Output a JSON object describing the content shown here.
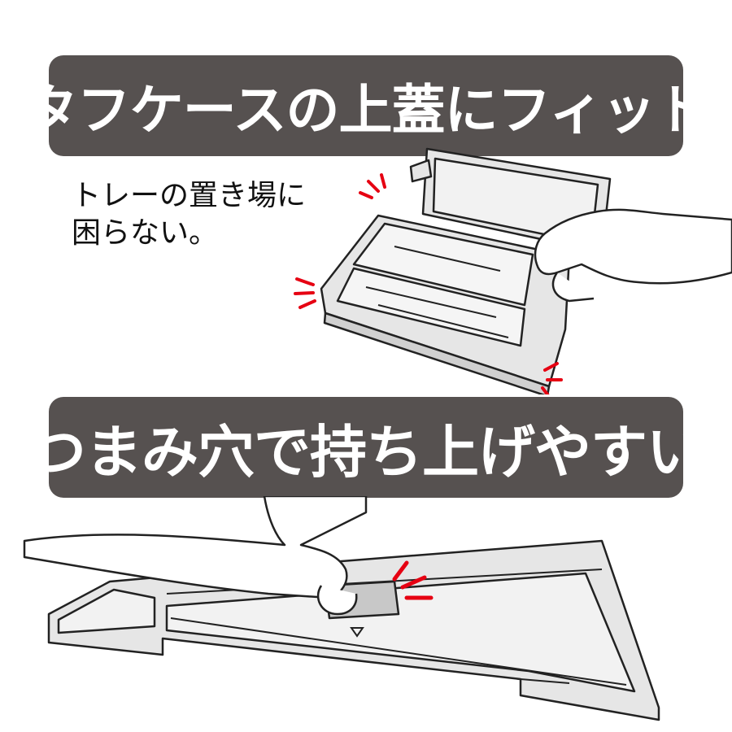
{
  "headline_top": "タフケースの上蓋にフィット",
  "caption": {
    "line1": "トレーの置き場に",
    "line2": "困らない。"
  },
  "headline_bottom": "つまみ穴で持ち上げやすい",
  "colors": {
    "banner_bg": "#565150",
    "banner_text": "#ffffff",
    "accent": "#e60012",
    "case_fill": "#e6e6e6",
    "line": "#222222"
  }
}
